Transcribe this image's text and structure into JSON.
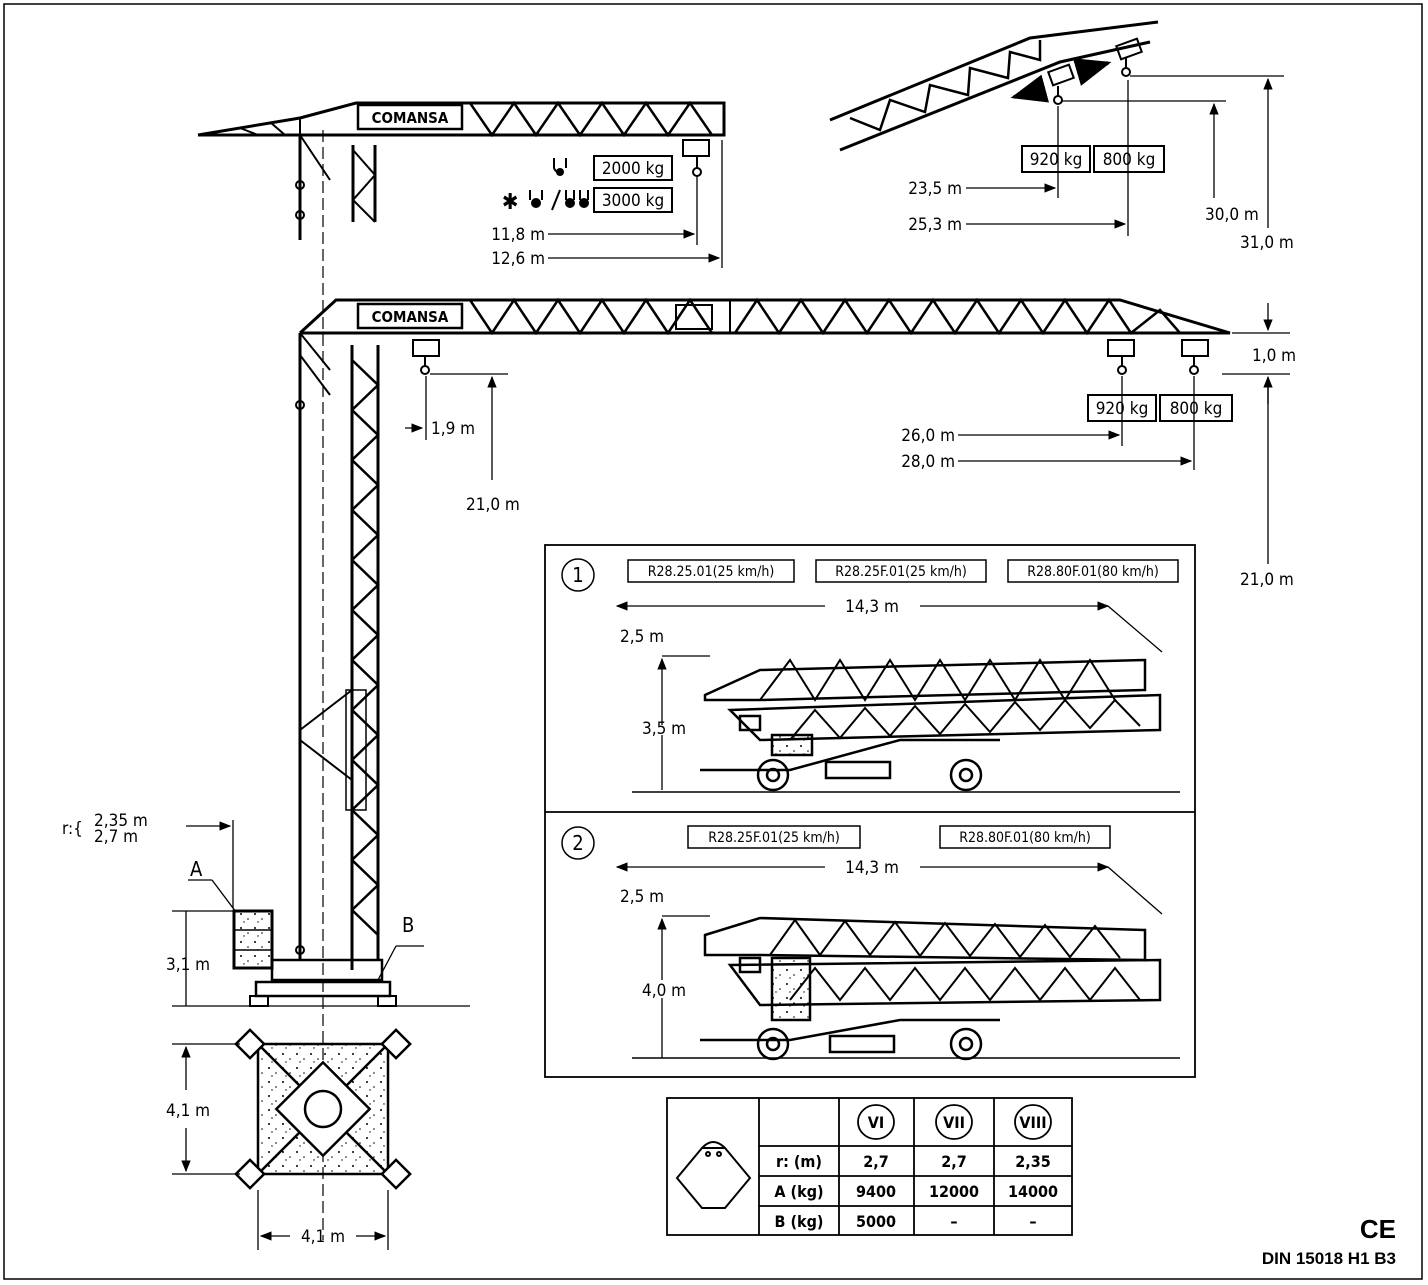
{
  "top_crane": {
    "logo": "COMANSA",
    "load_2000": "2000 kg",
    "load_3000": "3000 kg",
    "star": "✱",
    "r_11_8": "11,8 m",
    "r_12_6": "12,6 m"
  },
  "luffed": {
    "load_920": "920 kg",
    "load_800": "800 kg",
    "r_23_5": "23,5 m",
    "r_25_3": "25,3 m",
    "h_30_0": "30,0 m",
    "h_31_0": "31,0 m"
  },
  "main_crane": {
    "logo": "COMANSA",
    "d_1_9": "1,9 m",
    "h_21_0_left": "21,0 m",
    "load_920": "920 kg",
    "load_800": "800 kg",
    "r_26_0": "26,0 m",
    "r_28_0": "28,0 m",
    "h_1_0": "1,0 m",
    "h_21_0_right": "21,0 m"
  },
  "base": {
    "r_prefix": "r:{",
    "r_2_35": "2,35 m",
    "r_2_7": "2,7 m",
    "label_a": "A",
    "label_b": "B",
    "h_3_1": "3,1 m",
    "w_4_1_v": "4,1 m",
    "w_4_1_h": "4,1 m"
  },
  "transport": {
    "panel1": {
      "number": "1",
      "tags": [
        "R28.25.01(25 km/h)",
        "R28.25F.01(25 km/h)",
        "R28.80F.01(80 km/h)"
      ],
      "length": "14,3 m",
      "overhang": "2,5 m",
      "height": "3,5 m"
    },
    "panel2": {
      "number": "2",
      "tags": [
        "R28.25F.01(25 km/h)",
        "R28.80F.01(80 km/h)"
      ],
      "length": "14,3 m",
      "overhang": "2,5 m",
      "height": "4,0 m"
    }
  },
  "ballast_table": {
    "columns": [
      "VI",
      "VII",
      "VIII"
    ],
    "rows": [
      {
        "label": "r: (m)",
        "values": [
          "2,7",
          "2,7",
          "2,35"
        ]
      },
      {
        "label": "A (kg)",
        "values": [
          "9400",
          "12000",
          "14000"
        ]
      },
      {
        "label": "B (kg)",
        "values": [
          "5000",
          "–",
          "–"
        ]
      }
    ]
  },
  "footer": {
    "ce": "CE",
    "norm": "DIN 15018 H1 B3"
  }
}
